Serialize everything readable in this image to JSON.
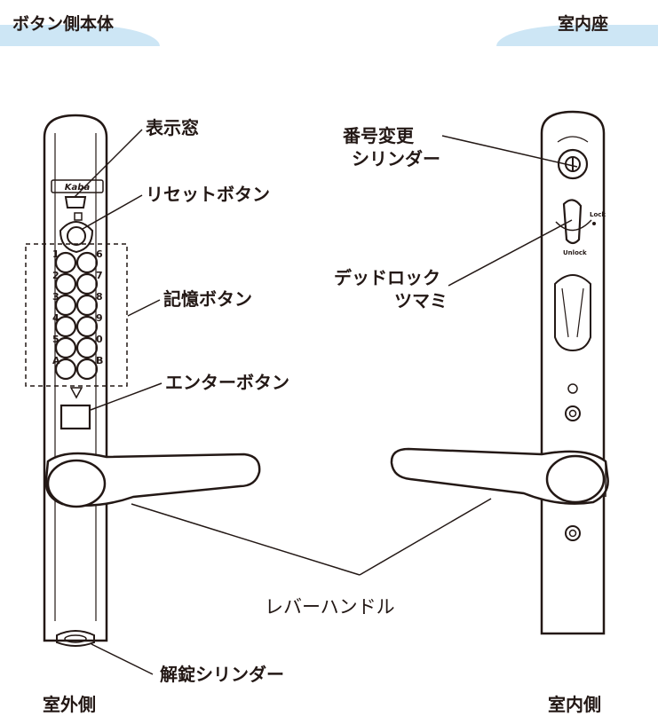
{
  "header": {
    "left": "ボタン側本体",
    "right": "室内座"
  },
  "labels": {
    "display_window": "表示窓",
    "reset_button": "リセットボタン",
    "memory_buttons": "記憶ボタン",
    "enter_button": "エンターボタン",
    "unlock_cylinder": "解錠シリンダー",
    "code_change_cylinder": [
      "番号変更",
      "シリンダー"
    ],
    "deadlock_knob": [
      "デッドロック",
      "ツマミ"
    ],
    "lever_handle": "レバーハンドル"
  },
  "footer": {
    "left": "室外側",
    "right": "室内側"
  },
  "device": {
    "brand": "Kaba",
    "keypad_left": [
      "1",
      "2",
      "3",
      "4",
      "5",
      "A"
    ],
    "keypad_right": [
      "6",
      "7",
      "8",
      "9",
      "0",
      "B"
    ],
    "knob_lock": "Lock",
    "knob_unlock": "Unlock"
  },
  "colors": {
    "tab": "#cde6f5",
    "ink": "#231815"
  }
}
